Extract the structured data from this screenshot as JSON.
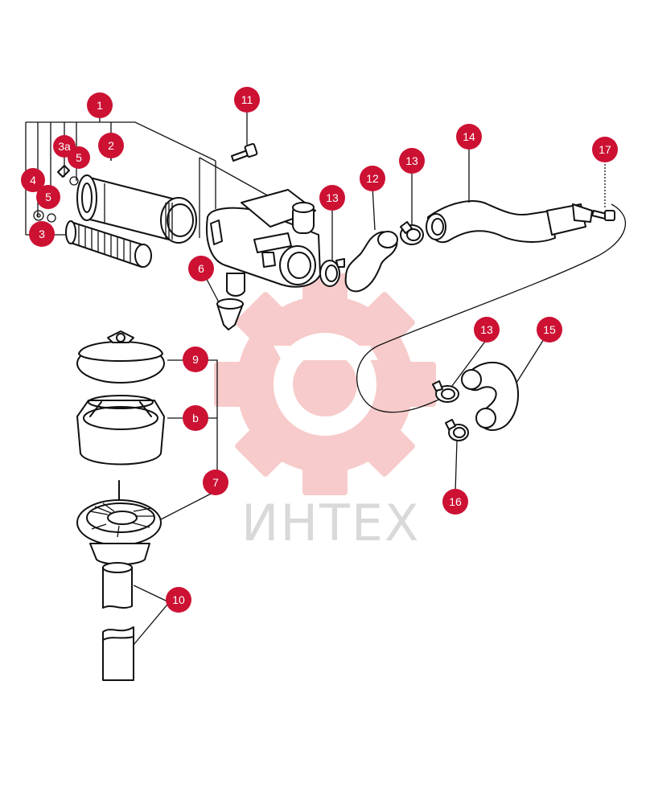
{
  "watermark": {
    "text": "ИНТЕХ",
    "color": "#d9d9d9",
    "gear_color": "#f7c6c6"
  },
  "callout_color": "#cc1133",
  "callouts": [
    {
      "id": "c1",
      "label": "1"
    },
    {
      "id": "c2",
      "label": "2"
    },
    {
      "id": "c3a",
      "label": "3a"
    },
    {
      "id": "c5a",
      "label": "5"
    },
    {
      "id": "c4",
      "label": "4"
    },
    {
      "id": "c5b",
      "label": "5"
    },
    {
      "id": "c3",
      "label": "3"
    },
    {
      "id": "c11",
      "label": "11"
    },
    {
      "id": "c6",
      "label": "6"
    },
    {
      "id": "c13a",
      "label": "13"
    },
    {
      "id": "c12",
      "label": "12"
    },
    {
      "id": "c13b",
      "label": "13"
    },
    {
      "id": "c14",
      "label": "14"
    },
    {
      "id": "c17",
      "label": "17"
    },
    {
      "id": "c9",
      "label": "9"
    },
    {
      "id": "cb",
      "label": "b"
    },
    {
      "id": "c7",
      "label": "7"
    },
    {
      "id": "c10",
      "label": "10"
    },
    {
      "id": "c13c",
      "label": "13"
    },
    {
      "id": "c15",
      "label": "15"
    },
    {
      "id": "c16",
      "label": "16"
    }
  ]
}
